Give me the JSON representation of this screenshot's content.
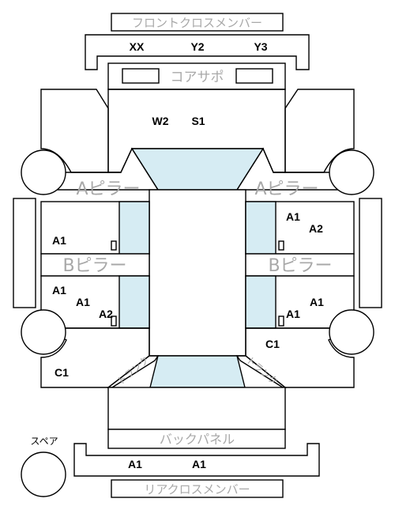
{
  "labels": {
    "front_cross_member": "フロントクロスメンバー",
    "core_support": "コアサポ",
    "a_pillar": "Aピラー",
    "b_pillar": "Bピラー",
    "back_panel": "バックパネル",
    "rear_cross_member": "リアクロスメンバー",
    "spare": "スペア",
    "trunk": "トランク"
  },
  "codes": {
    "front_cross_1": "XX",
    "front_cross_2": "Y2",
    "front_cross_3": "Y3",
    "hood_1": "W2",
    "hood_2": "S1",
    "left_front_door": "A1",
    "left_rear_door_1": "A1",
    "left_rear_door_2": "A1",
    "left_rear_door_3": "A2",
    "right_front_door_1": "A1",
    "right_front_door_2": "A2",
    "right_rear_door_1": "A1",
    "right_rear_door_2": "A1",
    "right_rear_fender": "C1",
    "left_rear_fender": "C1",
    "rear_cross_1": "A1",
    "rear_cross_2": "A1"
  },
  "colors": {
    "glass": "#d6ecf3",
    "label_gray": "#a8a8a8",
    "line": "#000000"
  }
}
